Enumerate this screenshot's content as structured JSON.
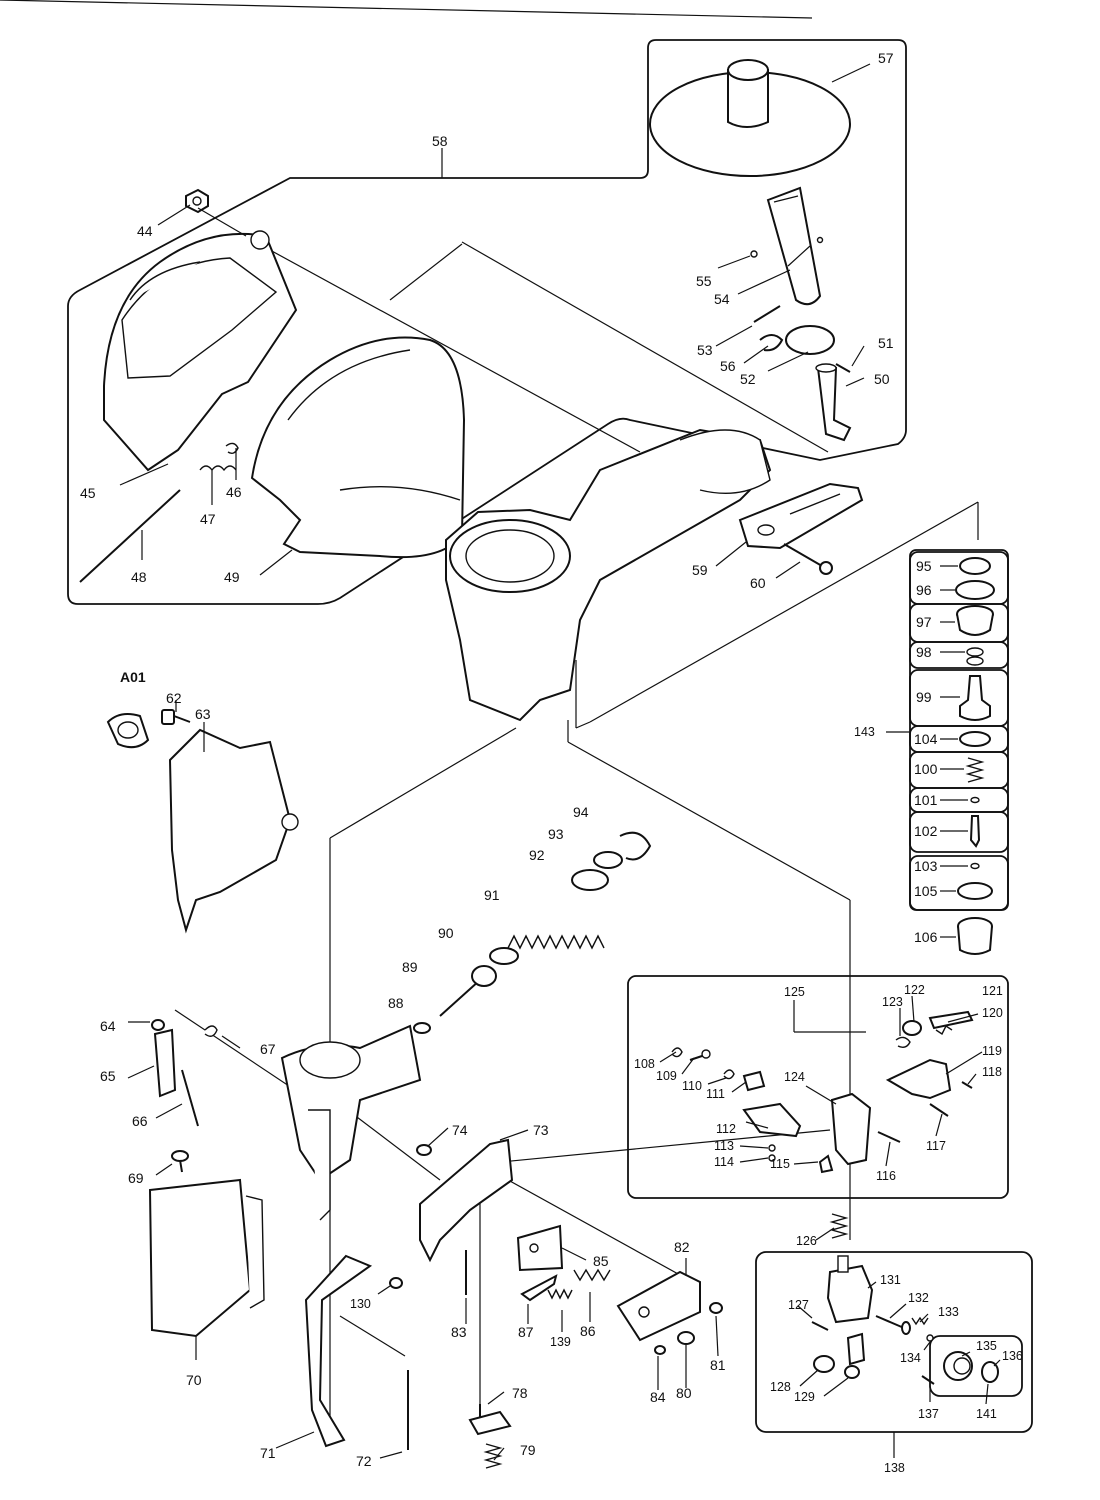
{
  "diagram": {
    "callouts": [
      "44",
      "45",
      "46",
      "47",
      "48",
      "49",
      "50",
      "51",
      "52",
      "53",
      "54",
      "55",
      "56",
      "57",
      "58",
      "59",
      "60",
      "62",
      "63",
      "64",
      "65",
      "66",
      "67",
      "69",
      "70",
      "71",
      "72",
      "73",
      "74",
      "78",
      "79",
      "80",
      "81",
      "82",
      "83",
      "84",
      "85",
      "86",
      "87",
      "88",
      "89",
      "90",
      "91",
      "92",
      "93",
      "94",
      "95",
      "96",
      "97",
      "98",
      "99",
      "100",
      "101",
      "102",
      "103",
      "104",
      "105",
      "106",
      "108",
      "109",
      "110",
      "111",
      "112",
      "113",
      "114",
      "115",
      "116",
      "117",
      "118",
      "119",
      "120",
      "121",
      "122",
      "123",
      "124",
      "125",
      "126",
      "127",
      "128",
      "129",
      "130",
      "131",
      "132",
      "133",
      "134",
      "135",
      "136",
      "137",
      "138",
      "139",
      "141",
      "143"
    ],
    "variant_label": "A01"
  }
}
